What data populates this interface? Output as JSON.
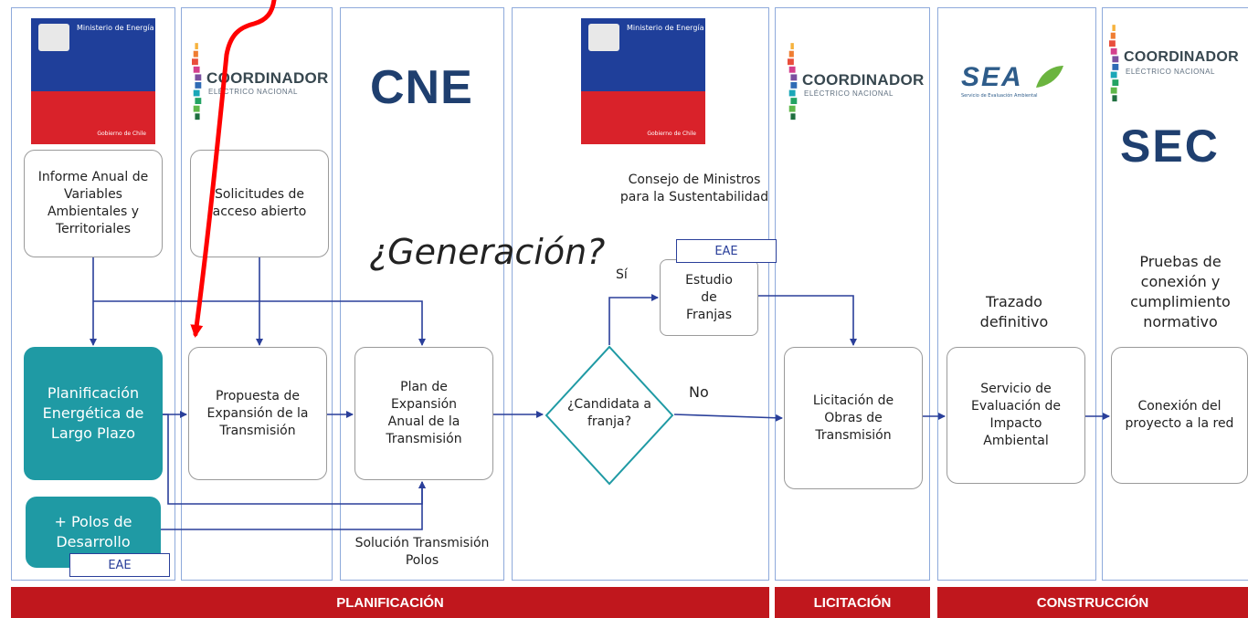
{
  "logos": {
    "ministerio_text": "Ministerio de Energía",
    "ministerio_gob": "Gobierno de Chile",
    "coordinador_title": "COORDINADOR",
    "coordinador_sub": "ELÉCTRICO NACIONAL",
    "cne": "CNE",
    "sea": "SEA",
    "sea_sub": "Servicio de Evaluación Ambiental",
    "sec": "SEC"
  },
  "boxes": {
    "informe": "Informe Anual de Variables Ambientales y Territoriales",
    "solicitudes": "Solicitudes de acceso abierto",
    "planificacion": "Planificación Energética de Largo Plazo",
    "polos": "+ Polos de Desarrollo",
    "propuesta": "Propuesta de Expansión de la Transmisión",
    "plan": "Plan de Expansión Anual de la Transmisión",
    "candidata": "¿Candidata a franja?",
    "estudio": "Estudio de Franjas",
    "licitacion": "Licitación de Obras de Transmisión",
    "servicio": "Servicio de Evaluación de Impacto Ambiental",
    "conexion": "Conexión del proyecto a la red"
  },
  "labels": {
    "eae": "EAE",
    "consejo": "Consejo de Ministros para la Sustentabilidad",
    "generacion": "¿Generación?",
    "si": "Sí",
    "no": "No",
    "solucion": "Solución Transmisión Polos",
    "trazado": "Trazado definitivo",
    "pruebas": "Pruebas de conexión y cumplimiento normativo"
  },
  "phases": {
    "planificacion": "PLANIFICACIÓN",
    "licitacion": "LICITACIÓN",
    "construccion": "CONSTRUCCIÓN"
  },
  "colors": {
    "teal": "#1f9aa4",
    "red_bar": "#c0171d",
    "arrow": "#2a3f9a",
    "highlight": "#ff0000"
  }
}
